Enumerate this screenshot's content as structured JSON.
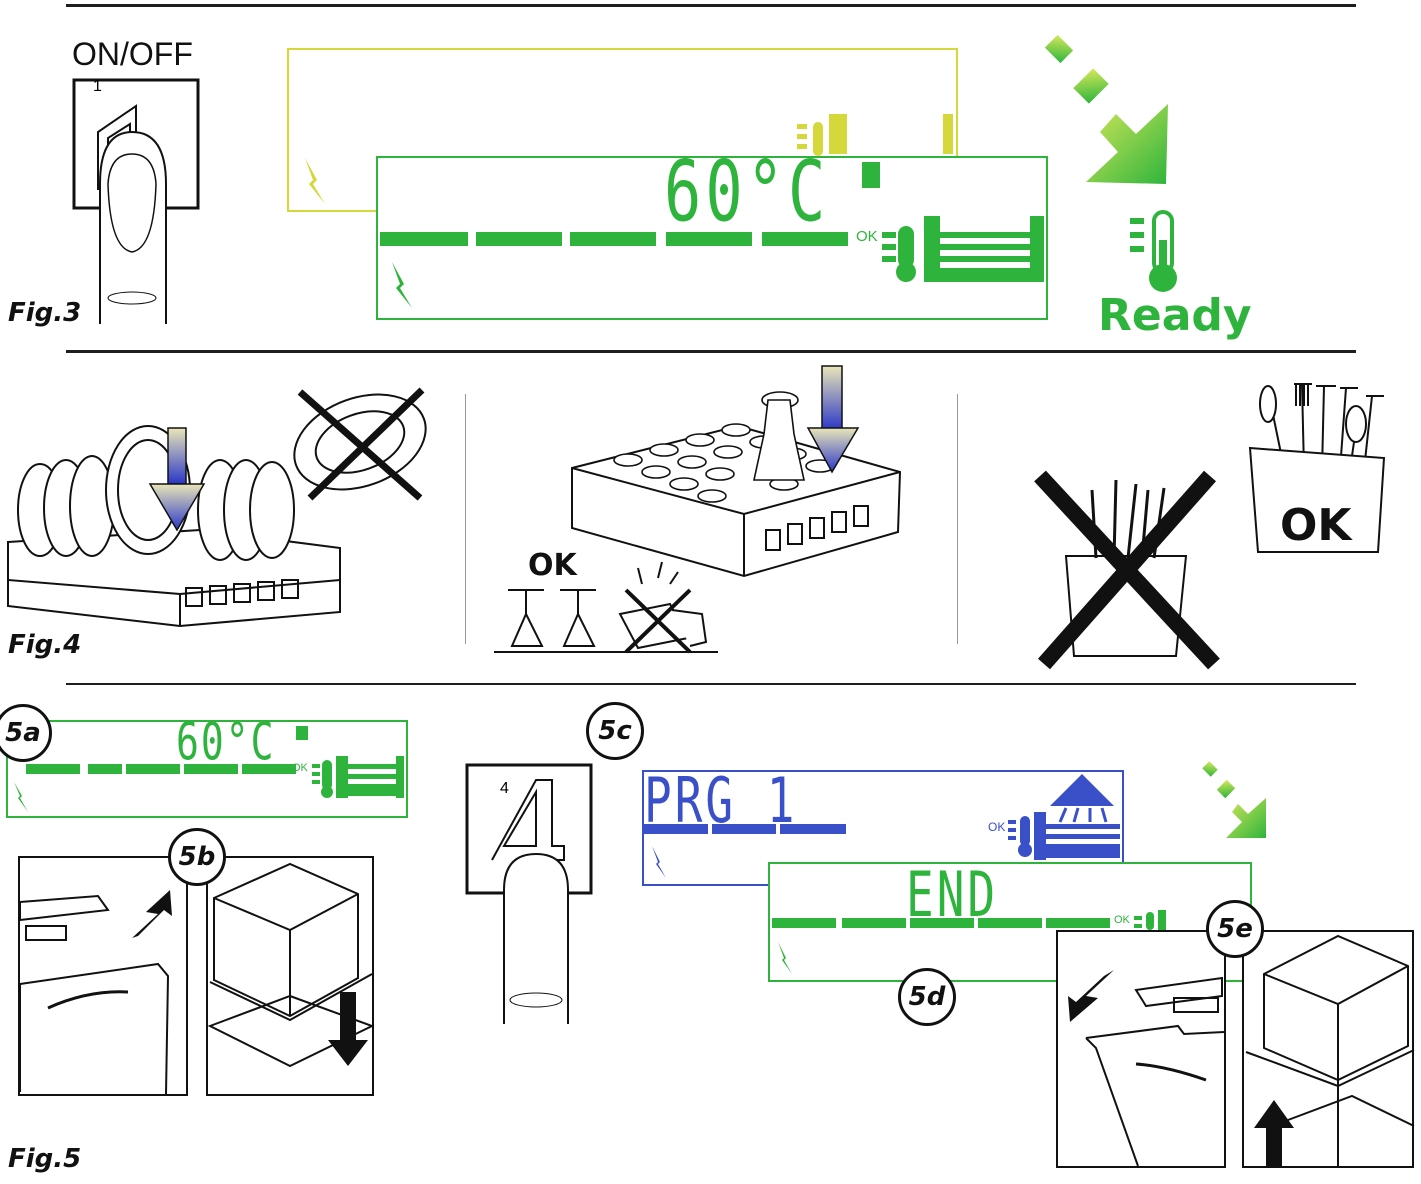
{
  "figures": {
    "fig3_label": "Fig.3",
    "fig4_label": "Fig.4",
    "fig5_label": "Fig.5"
  },
  "fig3": {
    "switch_label": "ON/OFF",
    "switch_number": "1",
    "display_temp": "60°C",
    "display_ok": "OK",
    "ready_label": "Ready"
  },
  "fig4": {
    "glass_ok_label": "OK",
    "cutlery_ok_label": "OK"
  },
  "fig5": {
    "step_5a": "5a",
    "step_5b": "5b",
    "step_5c": "5c",
    "step_5d": "5d",
    "step_5e": "5e",
    "display_a_temp": "60°C",
    "display_a_ok": "OK",
    "button_number": "4",
    "display_prg": "PRG 1",
    "display_prg_ok": "OK",
    "display_end": "END",
    "display_end_ok": "OK"
  },
  "colors": {
    "lcd_green": "#2eb43c",
    "lcd_yellow": "#d4d83a",
    "lcd_blue": "#3a50c8",
    "line": "#1e1e1e"
  },
  "icons": [
    "finger-press-icon",
    "thermometer-icon",
    "arrow-down-right-icon",
    "plate-rack-icon",
    "glass-rack-icon",
    "cutlery-basket-icon",
    "dishwasher-door-icon",
    "hood-icon"
  ]
}
